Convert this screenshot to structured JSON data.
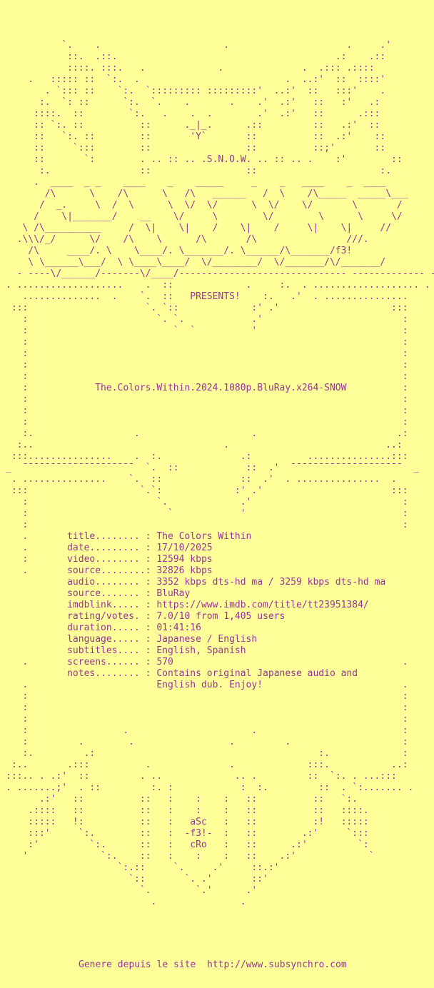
{
  "page": {
    "background_color": "#ffff99",
    "text_color": "#993399"
  },
  "art": {
    "mountain": [
      "          `.    .                      .                     .     .'",
      "           ::.  .::.                                       .:    .::",
      "           ::::. :::.   .             .              .  .::: .::::",
      "    .   ::::: ::  `:.  .                          .  ..:'  ::  ::::'",
      "       . `::: ::    `:.  `::::::::: :::::::::'  ..:'  ::   :::'    .",
      "      :.  `: ::      `:.  `.    .       .    .'  .:'   ::   :'   .:",
      "     ::::.  ::        `:.   .    .  .        .'  .:'   ::      .:::",
      "     :: `:. ::          ::      ._|_.      .::         ::   .:'  ::",
      "     ::   `:. ::        ::       'Y`       ::          ::  .:'    ::",
      "     ::     `:::        ::                 ::          ::;'       ::",
      "     ::       `:        . .. :: .. .S.N.O.W. .. :: .. .    :'        ::",
      "      :.                ::                 ::                      :."
    ],
    "logo": [
      "     .  ____  _ _    ____    _    _____     _    _   ____    _  ____",
      "       /\\      \\    /\\      \\   /\\   ______   /  \\    /\\_____  _____\\___",
      "      /  _.     \\  /  \\      \\  \\/  \\/      \\  \\/    \\/       \\       /",
      "     /    \\|_______/    __    \\/     \\        \\/        \\      \\     \\/",
      "   \\ /\\__________     /  \\|    \\|    /    \\|    /     \\|    \\|     //",
      "  .\\\\\\/_/      \\/    /\\    \\      /\\       /\\                ///.",
      "    /\\     ____/. \\    \\____/. \\_______/. \\______/\\_______/f3!",
      "    \\ \\______\\___/  \\ \\____\\____/  \\/________/  \\/_______/\\/_______/",
      "  - ----\\/______/-------\\/____/------------------------------ ------------- -"
    ],
    "presents_frame_top": ". ...................    .  ::             .     :.  . ................... .",
    "frame_upper": [
      " :::                     `. `::             :' .'                    :::",
      "   :                       `. `.            .'                         :",
      "   :                          `  `          '                          :",
      "   :                                                                   :",
      "   :                                                                   :",
      "   :                                                                   :",
      "   :                                                                   :"
    ],
    "frame_middle": [
      "   :                                                                   :",
      "   :                                                                   :",
      "   :                                                                   :",
      "   :.                  .                    .                         .:",
      "  :..                                  .                            ..:",
      " :::...............    .  :.              .:          ...............:::",
      "_  ¯¯¯¯¯¯¯¯¯¯¯¯¯¯¯¯¯¯¯¯  `.  ::            ::  .'  ¯¯¯¯¯¯¯¯¯¯¯¯¯¯¯¯¯¯¯¯  _",
      " . ...............    `.  ::              ::  .'  . ...............  .",
      " :::                    `.`:             :' .'                       :::",
      "   :                       `.             .'                           :",
      "   :                         `            '                            :",
      "   :                                                                   :"
    ],
    "frame_lower": [
      "   :                                                                   :",
      "   :                                                                   :",
      "   :                                                                   :",
      "   :                 .                      .                          :",
      "   :         .        .                 .         .                    :",
      "   :.         .:                                        :.             :"
    ],
    "bottom": [
      " :..       .:::          .              .             :::.           ..:",
      ":::.. . .:'  ::         . ..             .. .         ::  `:. . ...:::",
      ". .......;'  . ::         :. :            :  :.         ::  . `:....... .",
      "      .:'   ::          ::   :    :    :   ::          ::   `:.",
      "    .::::   ::          ::   :    :    :   ::          ::   ::::.",
      "    :::::   !:          ::   :   aSc   :   ::          :!   :::::",
      "    :::'     `:.        ::   :  -f3!-  :   ::        .:'     `:::",
      "    :'         `:.      ::   :   cRo   :   ::      .:'         `:",
      "   '             `:.    ::   :    :    :   ::    .:'             `",
      "                    `:.::     `.     .'     ::.:'",
      "                      `::       `. .'       ::'",
      "                        `.        `.'      .'",
      "                          .               ."
    ]
  },
  "presents": {
    "left": "   ..............  .    `.  ::   ",
    "label": "PRESENTS!",
    "right": "    :.   .'  . ..............."
  },
  "release": {
    "group": "SNOW",
    "name": "The.Colors.Within.2024.1080p.BluRay.x264-SNOW",
    "line_left": "   :            ",
    "line_right": "          :",
    "signatures": [
      "aSc",
      "-f3!-",
      "cRo",
      "f3!"
    ],
    "info": {
      "title": "The Colors Within",
      "date": "17/10/2025",
      "video": "12594 kbps",
      "source_bitrate": "32826 kbps",
      "audio": "3352 kbps dts-hd ma / 3259 kbps dts-hd ma",
      "source": "BluRay",
      "imdblink": "https://www.imdb.com/title/tt23951384/",
      "rating_votes": "7.0/10 from 1,405 users",
      "duration": "01:41:16",
      "language": "Japanese / English",
      "subtitles": "English, Spanish",
      "screens": "570",
      "notes": "Contains original Japanese audio and English dub. Enjoy!"
    },
    "info_rows": [
      {
        "key": "title",
        "prefix": "   .       ",
        "label": "title........ : ",
        "value": "The Colors Within",
        "suffix": ""
      },
      {
        "key": "date",
        "prefix": "   .       ",
        "label": "date......... : ",
        "value": "17/10/2025",
        "suffix": ""
      },
      {
        "key": "video",
        "prefix": "   :       ",
        "label": "video........ : ",
        "value": "12594 kbps",
        "suffix": ""
      },
      {
        "key": "source-bitrate",
        "prefix": "   .       ",
        "label": "source........: ",
        "value": "32826 kbps",
        "suffix": ""
      },
      {
        "key": "audio",
        "prefix": "           ",
        "label": "audio........ : ",
        "value": "3352 kbps dts-hd ma / 3259 kbps dts-hd ma",
        "suffix": ""
      },
      {
        "key": "source",
        "prefix": "           ",
        "label": "source....... : ",
        "value": "BluRay",
        "suffix": ""
      },
      {
        "key": "imdblink",
        "prefix": "           ",
        "label": "imdblink..... : ",
        "value": "https://www.imdb.com/title/tt23951384/",
        "suffix": ""
      },
      {
        "key": "rating-votes",
        "prefix": "           ",
        "label": "rating/votes. : ",
        "value": "7.0/10 from 1,405 users",
        "suffix": ""
      },
      {
        "key": "duration",
        "prefix": "           ",
        "label": "duration..... : ",
        "value": "01:41:16",
        "suffix": ""
      },
      {
        "key": "language",
        "prefix": "           ",
        "label": "language..... : ",
        "value": "Japanese / English",
        "suffix": ""
      },
      {
        "key": "subtitles",
        "prefix": "           ",
        "label": "subtitles.... : ",
        "value": "English, Spanish",
        "suffix": ""
      },
      {
        "key": "screens",
        "prefix": "   .       ",
        "label": "screens...... : ",
        "value": "570",
        "suffix": "                                         ."
      },
      {
        "key": "notes",
        "prefix": "           ",
        "label": "notes........ : ",
        "value": "Contains original Japanese audio and",
        "suffix": ""
      },
      {
        "key": "notes-continuation",
        "prefix": "   .                       ",
        "label": "",
        "value": "English dub. Enjoy!",
        "suffix": "                         ."
      }
    ]
  },
  "footer": {
    "text": "Genere depuis le site  http://www.subsynchro.com"
  }
}
